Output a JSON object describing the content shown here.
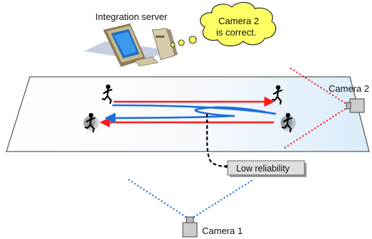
{
  "server": {
    "label": "Integration server"
  },
  "thought": {
    "line1": "Camera 2",
    "line2": "is  correct."
  },
  "cameras": {
    "camera1": "Camera 1",
    "camera2": "Camera 2"
  },
  "callout": {
    "label": "Low reliability"
  },
  "colors": {
    "floor": "#eef4fb",
    "true_path": "#ff1a1a",
    "estimated_path": "#1e6fd9",
    "fov_camera1": "#1e6fd9",
    "fov_camera2": "#ff1a1a",
    "thought_bubble": "#ffff66",
    "callout_box": "#dedede"
  },
  "icons": [
    "computer-icon",
    "thought-bubble-icon",
    "person-running-icon",
    "camera-icon"
  ]
}
